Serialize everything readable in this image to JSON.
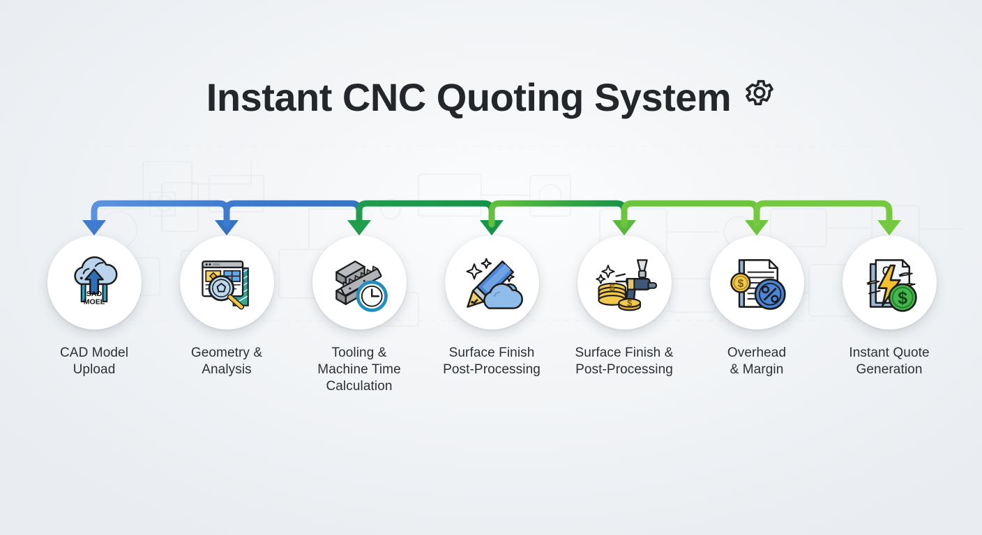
{
  "header": {
    "title": "Instant CNC Quoting System",
    "gear_icon": "gear-icon"
  },
  "theme": {
    "background": "#eef1f4",
    "title_color": "#23272b",
    "label_color": "#2b3035",
    "arrow_blue": "#4a86d8",
    "arrow_blue_dark": "#3a72c8",
    "arrow_green_dark": "#1f9d4d",
    "arrow_green_mid": "#4cae35",
    "arrow_green_light": "#72c43c",
    "bubble_fill": "#ffffff"
  },
  "flow": {
    "steps": [
      {
        "index": 1,
        "label": "CAD Model\nUpload",
        "icon": "cloud-upload-icon",
        "icon_caption_line1": "SAD",
        "icon_caption_line2": "MOEL"
      },
      {
        "index": 2,
        "label": "Geometry &\nAnalysis",
        "icon": "magnifier-blueprint-icon"
      },
      {
        "index": 3,
        "label": "Tooling &\nMachine Time\nCalculation",
        "icon": "tooling-clock-icon"
      },
      {
        "index": 4,
        "label": "Surface Finish\nPost-Processing",
        "icon": "pen-cloud-sparkle-icon"
      },
      {
        "index": 5,
        "label": "Surface Finish &\nPost-Processing",
        "icon": "spray-gun-coins-icon"
      },
      {
        "index": 6,
        "label": "Overhead\n& Margin",
        "icon": "document-percent-coin-icon"
      },
      {
        "index": 7,
        "label": "Instant Quote\nGeneration",
        "icon": "lightning-quote-dollar-icon"
      }
    ],
    "connectors": [
      {
        "from": 1,
        "to": 2,
        "color": "#4a86d8"
      },
      {
        "from": 2,
        "to": 3,
        "color": "#3f7bcf"
      },
      {
        "from": 3,
        "to": 4,
        "color": "#1f9d4d"
      },
      {
        "from": 4,
        "to": 5,
        "color": "#3ca83f"
      },
      {
        "from": 5,
        "to": 6,
        "color": "#63bd3a"
      },
      {
        "from": 6,
        "to": 7,
        "color": "#72c43c"
      }
    ]
  }
}
